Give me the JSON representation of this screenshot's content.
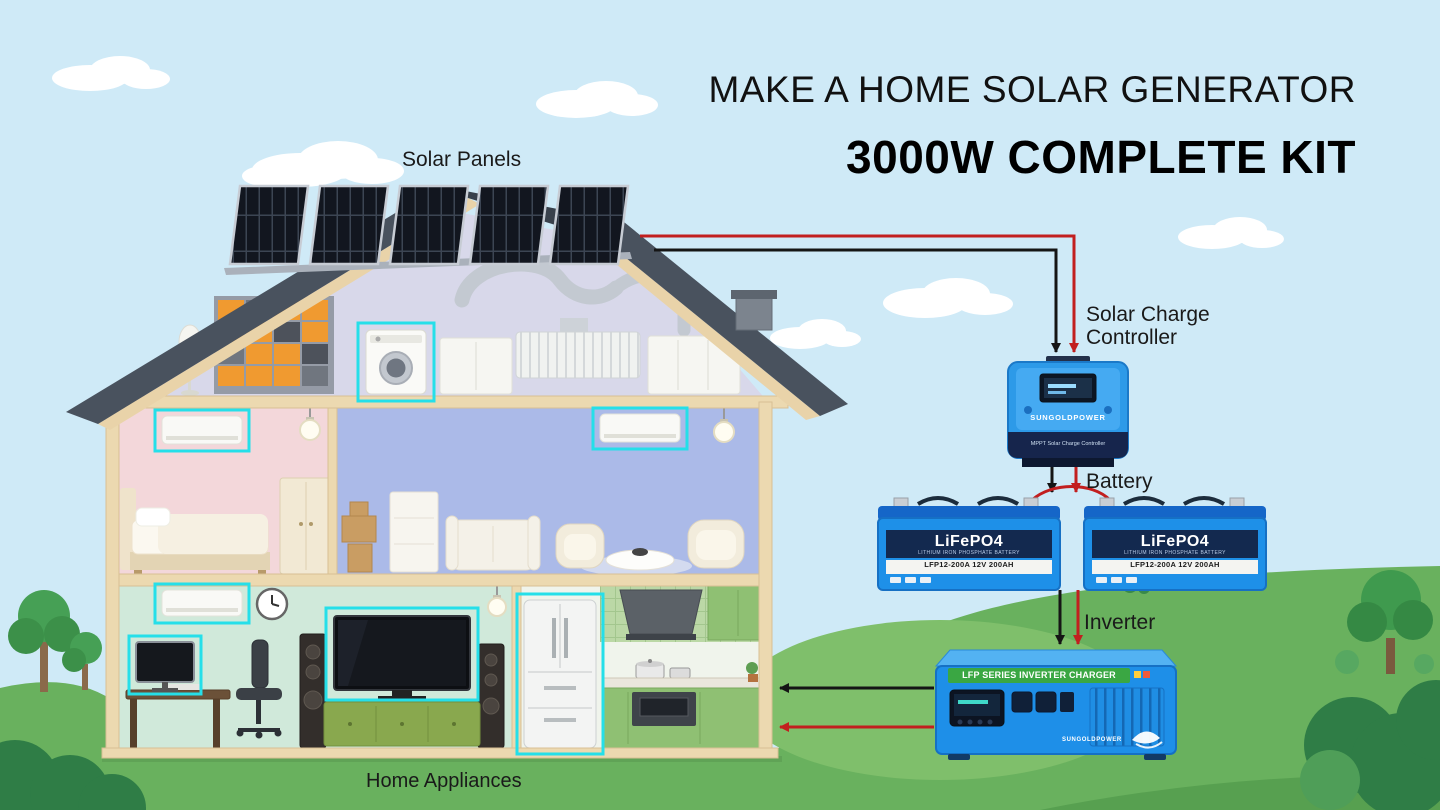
{
  "title": {
    "line1": "MAKE A HOME SOLAR GENERATOR",
    "line2": "3000W COMPLETE KIT"
  },
  "labels": {
    "solar_panels": "Solar Panels",
    "controller": "Solar Charge Controller",
    "battery": "Battery",
    "inverter": "Inverter",
    "home_appliances": "Home Appliances"
  },
  "devices": {
    "controller": {
      "brand": "SUNGOLDPOWER",
      "model": "MPPT Solar Charge Controller"
    },
    "battery": {
      "brand": "LiFePO4",
      "subtitle": "LITHIUM IRON PHOSPHATE BATTERY",
      "model": "LFP12-200A  12V 200AH"
    },
    "inverter": {
      "banner": "LFP SERIES INVERTER CHARGER",
      "brand": "SUNGOLDPOWER"
    }
  },
  "flow": [
    "Solar Panels",
    "Solar Charge Controller",
    "Battery",
    "Inverter",
    "Home Appliances"
  ],
  "colors": {
    "sky": "#cfeaf7",
    "grass": "#69b15e",
    "highlight_cyan": "#25dfe9",
    "device_blue": "#1e90e8",
    "banner_green": "#3aa743",
    "wire_red": "#c21f1f",
    "wire_black": "#151515"
  }
}
